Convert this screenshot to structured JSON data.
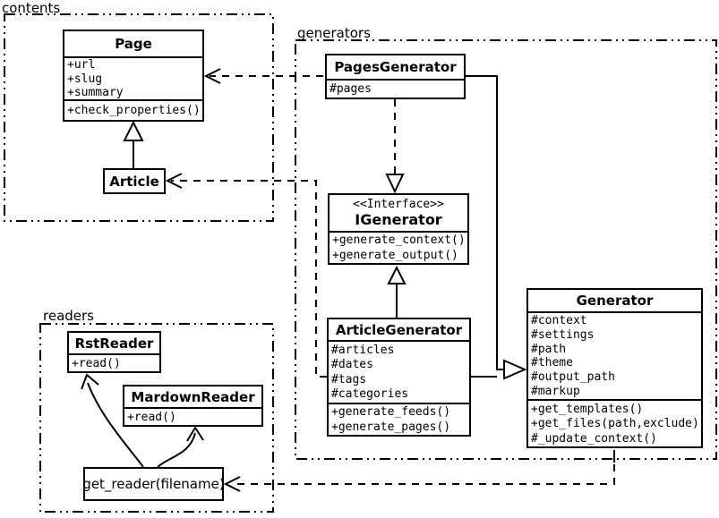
{
  "diagram": {
    "kind": "uml-class-diagram"
  },
  "colors": {
    "line": "#000000",
    "background": "#ffffff",
    "box_fill": "#ffffff"
  },
  "packages": {
    "contents": {
      "label": "contents"
    },
    "generators": {
      "label": "generators"
    },
    "readers": {
      "label": "readers"
    }
  },
  "classes": {
    "page": {
      "title": "Page",
      "attributes": [
        "+url",
        "+slug",
        "+summary"
      ],
      "methods": [
        "+check_properties()"
      ]
    },
    "article": {
      "title": "Article"
    },
    "pages_generator": {
      "title": "PagesGenerator",
      "attributes": [
        "#pages"
      ]
    },
    "igenerator": {
      "stereotype": "<<Interface>>",
      "title": "IGenerator",
      "methods": [
        "+generate_context()",
        "+generate_output()"
      ]
    },
    "article_generator": {
      "title": "ArticleGenerator",
      "attributes": [
        "#articles",
        "#dates",
        "#tags",
        "#categories"
      ],
      "methods": [
        "+generate_feeds()",
        "+generate_pages()"
      ]
    },
    "generator": {
      "title": "Generator",
      "attributes": [
        "#context",
        "#settings",
        "#path",
        "#theme",
        "#output_path",
        "#markup"
      ],
      "methods": [
        "+get_templates()",
        "+get_files(path,exclude)",
        "#_update_context()"
      ]
    },
    "rst_reader": {
      "title": "RstReader",
      "methods": [
        "+read()"
      ]
    },
    "mardown_reader": {
      "title": "MardownReader",
      "methods": [
        "+read()"
      ]
    },
    "get_reader": {
      "title": "get_reader(filename)"
    }
  },
  "relationships": [
    {
      "from": "Article",
      "to": "Page",
      "type": "generalization"
    },
    {
      "from": "PagesGenerator",
      "to": "Page",
      "type": "dependency"
    },
    {
      "from": "ArticleGenerator",
      "to": "Article",
      "type": "dependency"
    },
    {
      "from": "PagesGenerator",
      "to": "IGenerator",
      "type": "realization"
    },
    {
      "from": "ArticleGenerator",
      "to": "IGenerator",
      "type": "generalization"
    },
    {
      "from": "PagesGenerator",
      "to": "Generator",
      "type": "generalization"
    },
    {
      "from": "ArticleGenerator",
      "to": "Generator",
      "type": "generalization"
    },
    {
      "from": "Generator",
      "to": "get_reader(filename)",
      "type": "dependency"
    },
    {
      "from": "get_reader(filename)",
      "to": "RstReader",
      "type": "arrow"
    },
    {
      "from": "get_reader(filename)",
      "to": "MardownReader",
      "type": "arrow"
    }
  ]
}
